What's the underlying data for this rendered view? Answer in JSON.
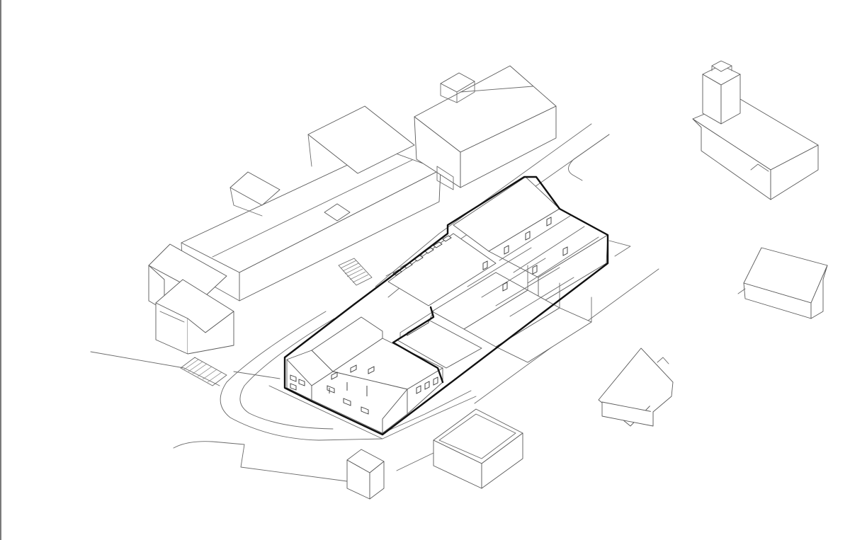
{
  "drawing": {
    "view": "axonometric",
    "style": "line-drawing",
    "colors": {
      "background": "#ffffff",
      "context_line": "#6a6a6a",
      "highlight_outline": "#111111"
    },
    "highlighted_building": {
      "outline": "bold",
      "wings": [
        "long-terraced-wing",
        "courtyard-wing",
        "gabled-end-wing"
      ]
    },
    "context_buildings": [
      "long-block-north-west",
      "hip-roof-house-north",
      "tower-block-north-east",
      "house-west",
      "house-east",
      "house-south-east",
      "flat-roof-box-south",
      "small-shed-south"
    ],
    "site_features": [
      "road",
      "steps-north",
      "steps-west",
      "curving-path"
    ]
  }
}
